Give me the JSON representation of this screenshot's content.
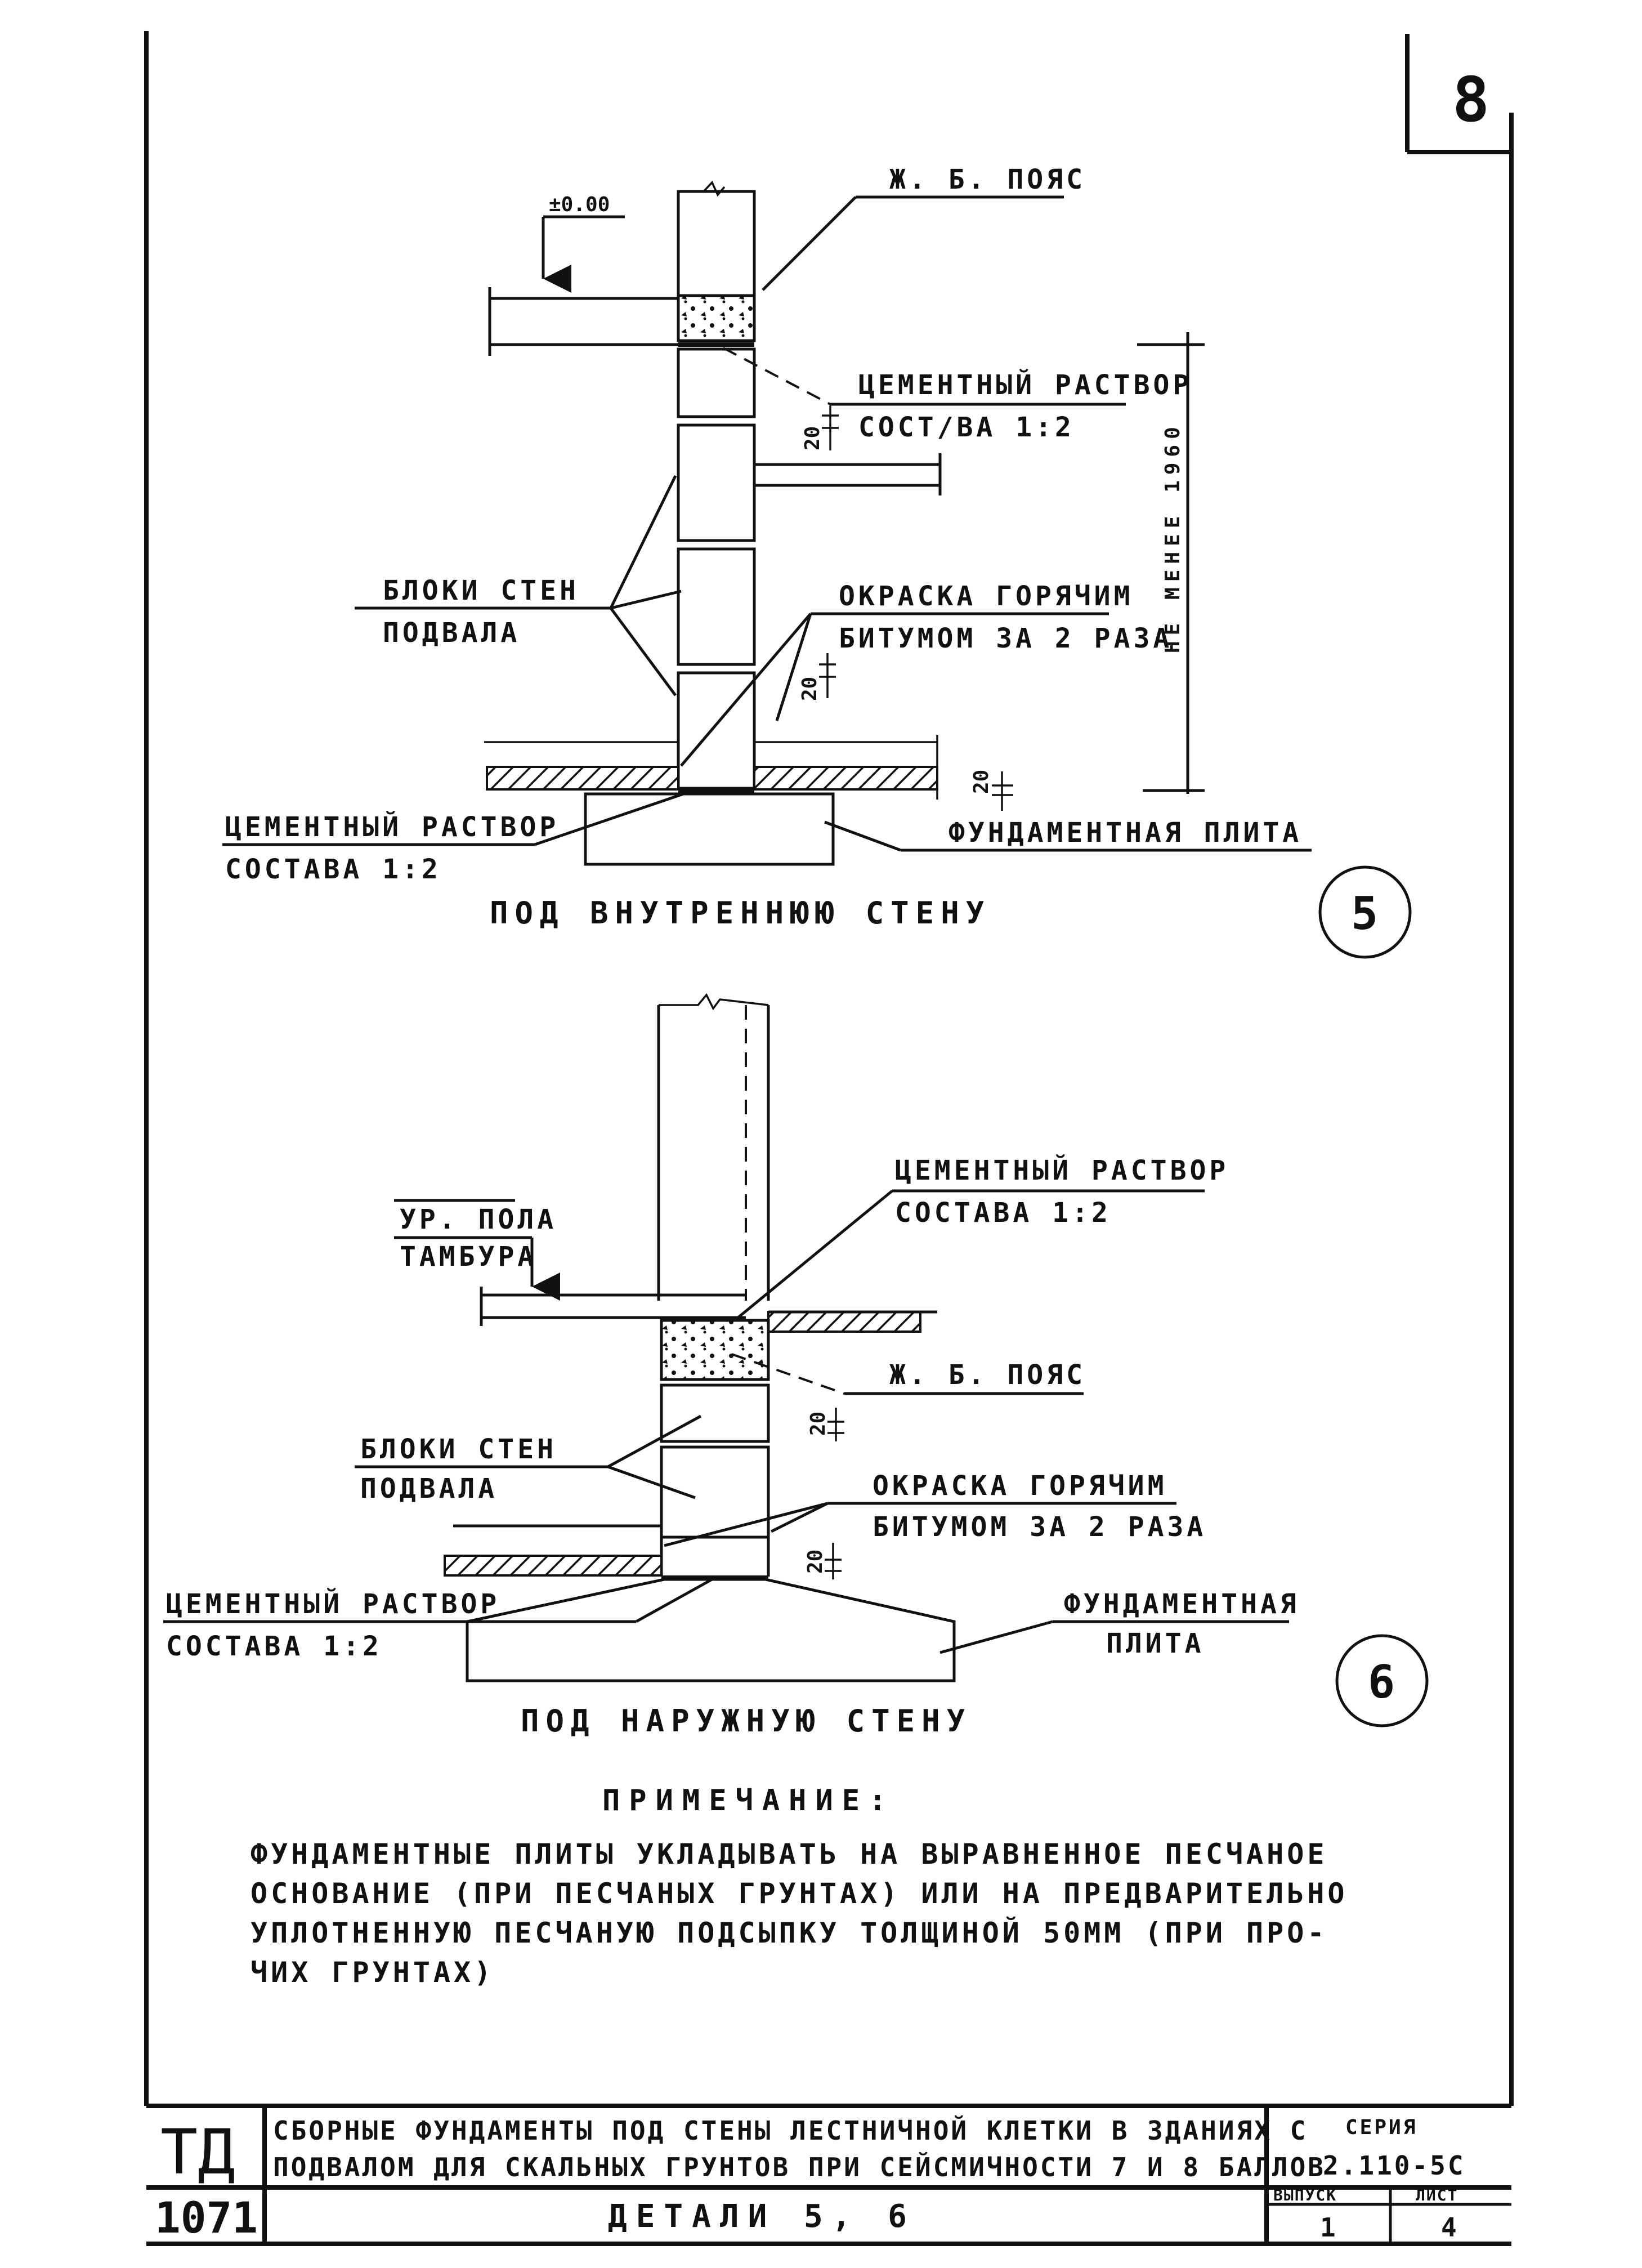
{
  "sheet_number": "8",
  "detail5": {
    "level_mark": "±0.00",
    "belt_label": "Ж. Б. ПОЯС",
    "mortar_top": [
      "ЦЕМЕНТНЫЙ РАСТВОР",
      "СОСТ/ВА 1:2"
    ],
    "dim_20_a": "20",
    "height_dim": "НЕ МЕНЕЕ 1960",
    "blocks_label": [
      "БЛОКИ СТЕН",
      "ПОДВАЛА"
    ],
    "bitumen_label": [
      "ОКРАСКА ГОРЯЧИМ",
      "БИТУМОМ ЗА 2 РАЗА"
    ],
    "dim_20_b": "20",
    "dim_20_c": "20",
    "mortar_bottom": [
      "ЦЕМЕНТНЫЙ РАСТВОР",
      "СОСТАВА 1:2"
    ],
    "slab_label": "ФУНДАМЕНТНАЯ ПЛИТА",
    "caption": "ПОД ВНУТРЕННЮЮ СТЕНУ",
    "number": "5"
  },
  "detail6": {
    "mortar_top": [
      "ЦЕМЕНТНЫЙ РАСТВОР",
      "СОСТАВА 1:2"
    ],
    "floor_label": [
      "УР. ПОЛА",
      "ТАМБУРА"
    ],
    "belt_label": "Ж. Б. ПОЯС",
    "dim_20_a": "20",
    "blocks_label": [
      "БЛОКИ СТЕН",
      "ПОДВАЛА"
    ],
    "bitumen_label": [
      "ОКРАСКА ГОРЯЧИМ",
      "БИТУМОМ ЗА 2 РАЗА"
    ],
    "dim_20_b": "20",
    "mortar_bottom": [
      "ЦЕМЕНТНЫЙ РАСТВОР",
      "СОСТАВА 1:2"
    ],
    "slab_label": [
      "ФУНДАМЕНТНАЯ",
      "ПЛИТА"
    ],
    "caption": "ПОД НАРУЖНУЮ СТЕНУ",
    "number": "6"
  },
  "note": {
    "title": "ПРИМЕЧАНИЕ:",
    "lines": [
      "ФУНДАМЕНТНЫЕ ПЛИТЫ УКЛАДЫВАТЬ НА ВЫРАВНЕННОЕ ПЕСЧАНОЕ",
      "ОСНОВАНИЕ (ПРИ ПЕСЧАНЫХ ГРУНТАХ) ИЛИ НА ПРЕДВАРИТЕЛЬНО",
      "УПЛОТНЕННУЮ ПЕСЧАНУЮ ПОДСЫПКУ ТОЛЩИНОЙ 50ММ (ПРИ ПРО-",
      "ЧИХ ГРУНТАХ)"
    ]
  },
  "title_block": {
    "stamp": "ТД",
    "code": "1071",
    "title_lines": [
      "СБОРНЫЕ ФУНДАМЕНТЫ ПОД СТЕНЫ ЛЕСТНИЧНОЙ КЛЕТКИ В ЗДАНИЯХ С",
      "ПОДВАЛОМ ДЛЯ СКАЛЬНЫХ ГРУНТОВ ПРИ СЕЙСМИЧНОСТИ 7 И 8 БАЛЛОВ"
    ],
    "subtitle": "ДЕТАЛИ 5, 6",
    "series_label": "СЕРИЯ",
    "series_value": "2.110-5С",
    "issue_label": "ВЫПУСК",
    "issue_value": "1",
    "sheet_label": "ЛИСТ",
    "sheet_value": "4"
  }
}
